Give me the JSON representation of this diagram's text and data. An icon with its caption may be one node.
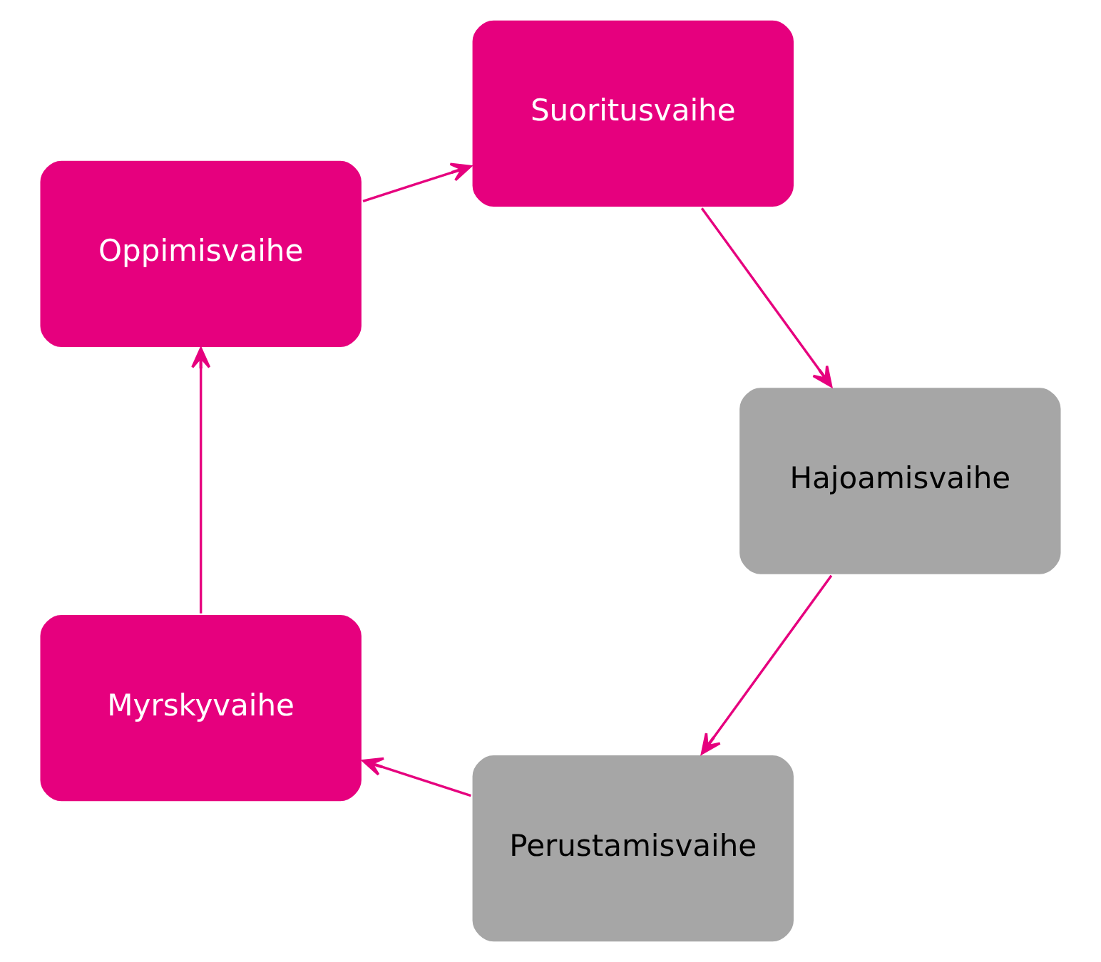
{
  "diagram": {
    "nodes": [
      {
        "text": [
          "Perustamisvaihe"
        ]
      },
      {
        "text": [
          "Myrskyvaihe"
        ]
      },
      {
        "text": [
          "Oppimisvaihe"
        ]
      },
      {
        "text": [
          "Suoritusvaihe"
        ]
      },
      {
        "text": [
          "Hajoamisvaihe"
        ]
      }
    ],
    "edges": [
      {
        "from": 0,
        "to": 1,
        "arrow": "to"
      },
      {
        "from": 1,
        "to": 2,
        "arrow": "to"
      },
      {
        "from": 2,
        "to": 3,
        "arrow": "to"
      },
      {
        "from": 3,
        "to": 4,
        "arrow": "to"
      },
      {
        "from": 4,
        "to": 0,
        "arrow": "to"
      }
    ]
  }
}
